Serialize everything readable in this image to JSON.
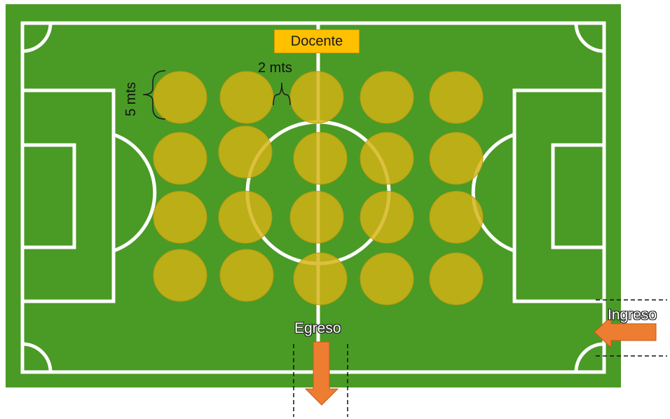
{
  "labels": {
    "teacher": "Docente",
    "spacing_horizontal": "2 mts",
    "spacing_vertical": "5 mts",
    "exit": "Egreso",
    "entry": "Ingreso"
  },
  "colors": {
    "pitch": "#4a9a26",
    "pitch_lines": "#ffffff",
    "circle_fill": "#d4b214",
    "teacher_box": "#ffc000",
    "arrow": "#ed7d31"
  },
  "grid": {
    "rows": 4,
    "columns": 5
  }
}
